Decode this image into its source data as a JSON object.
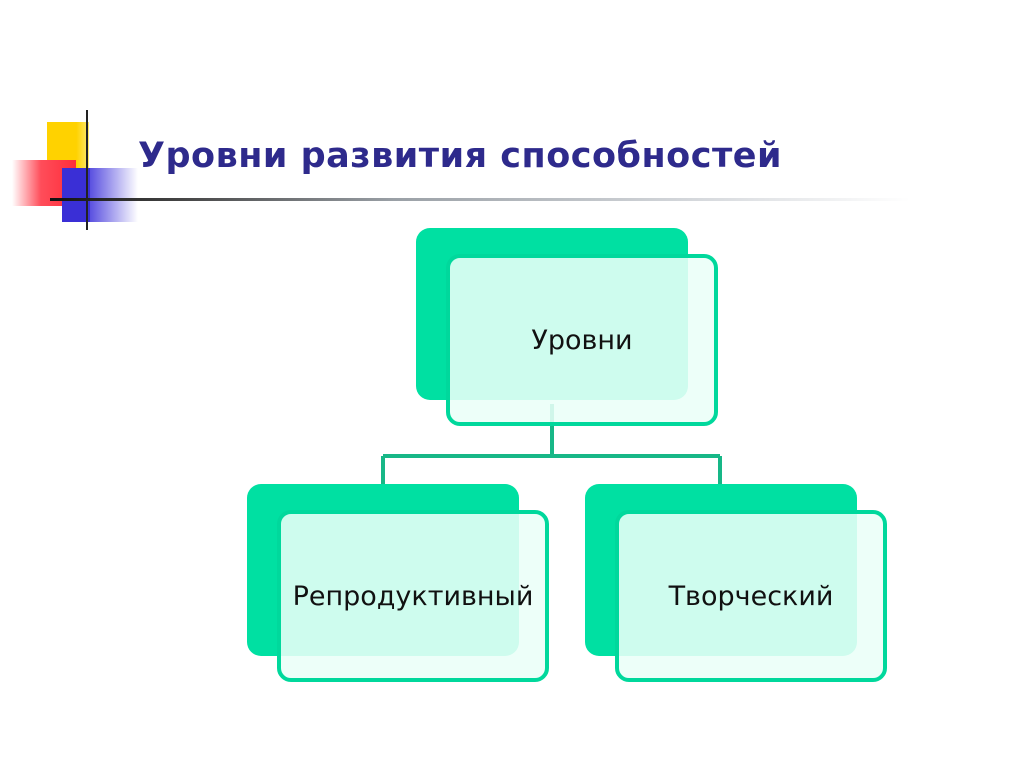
{
  "slide": {
    "title": "Уровни развития способностей"
  },
  "diagram": {
    "root": {
      "label": "Уровни"
    },
    "children": [
      {
        "label": "Репродуктивный"
      },
      {
        "label": "Творческий"
      }
    ]
  },
  "colors": {
    "title": "#2e2a8c",
    "node_fill": "#00e0a2",
    "node_border": "#00d89c",
    "connector": "#17b787"
  }
}
